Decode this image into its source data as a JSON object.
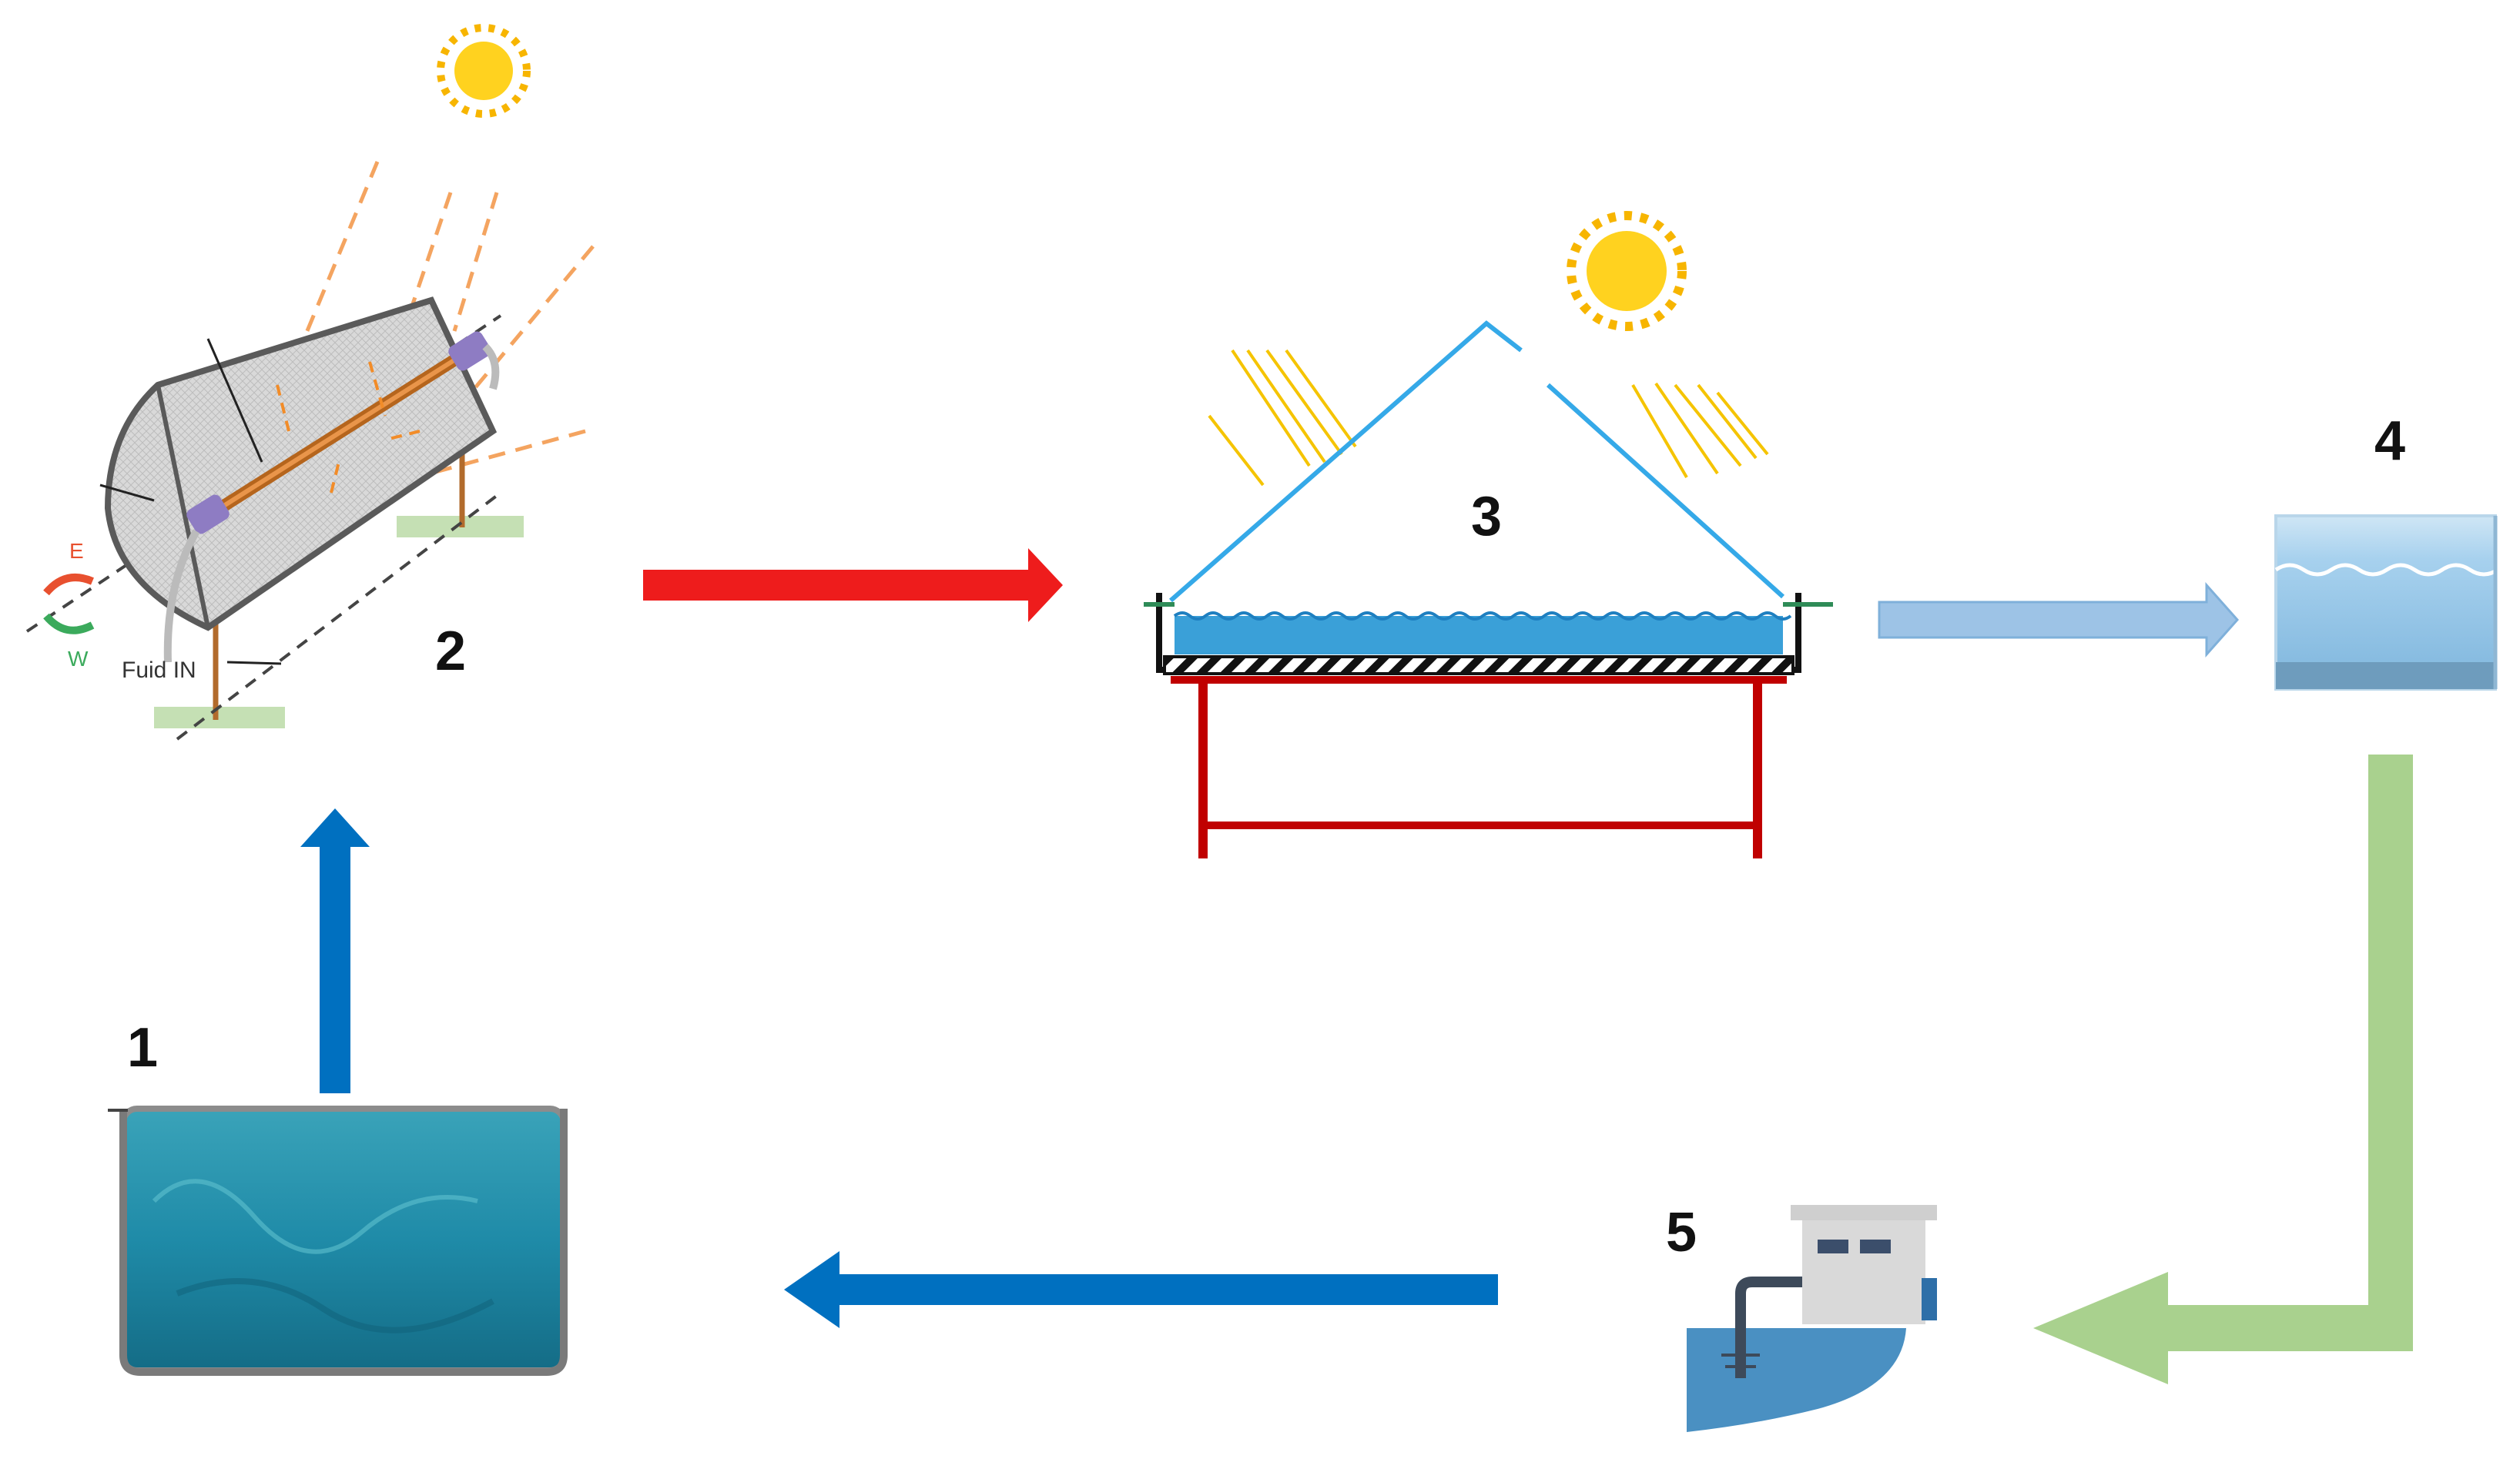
{
  "labels": {
    "n1": "1",
    "n2": "2",
    "n3": "3",
    "n4": "4",
    "n5": "5",
    "east": "E",
    "west": "W",
    "fluid_in": "Fuid IN"
  },
  "colors": {
    "blue_arrow": "#0070C0",
    "red_arrow": "#EE1C1C",
    "light_blue_arrow": "#9DC3E6",
    "green_arrow": "#A9D18E",
    "sun": "#FFD21F",
    "ray_orange": "#F4A460",
    "ray_yellow": "#F5C400",
    "glass_blue": "#35A9E8",
    "water": "#3AA0D8",
    "frame_red": "#C00000",
    "tank_water": "#1F8BA8"
  }
}
